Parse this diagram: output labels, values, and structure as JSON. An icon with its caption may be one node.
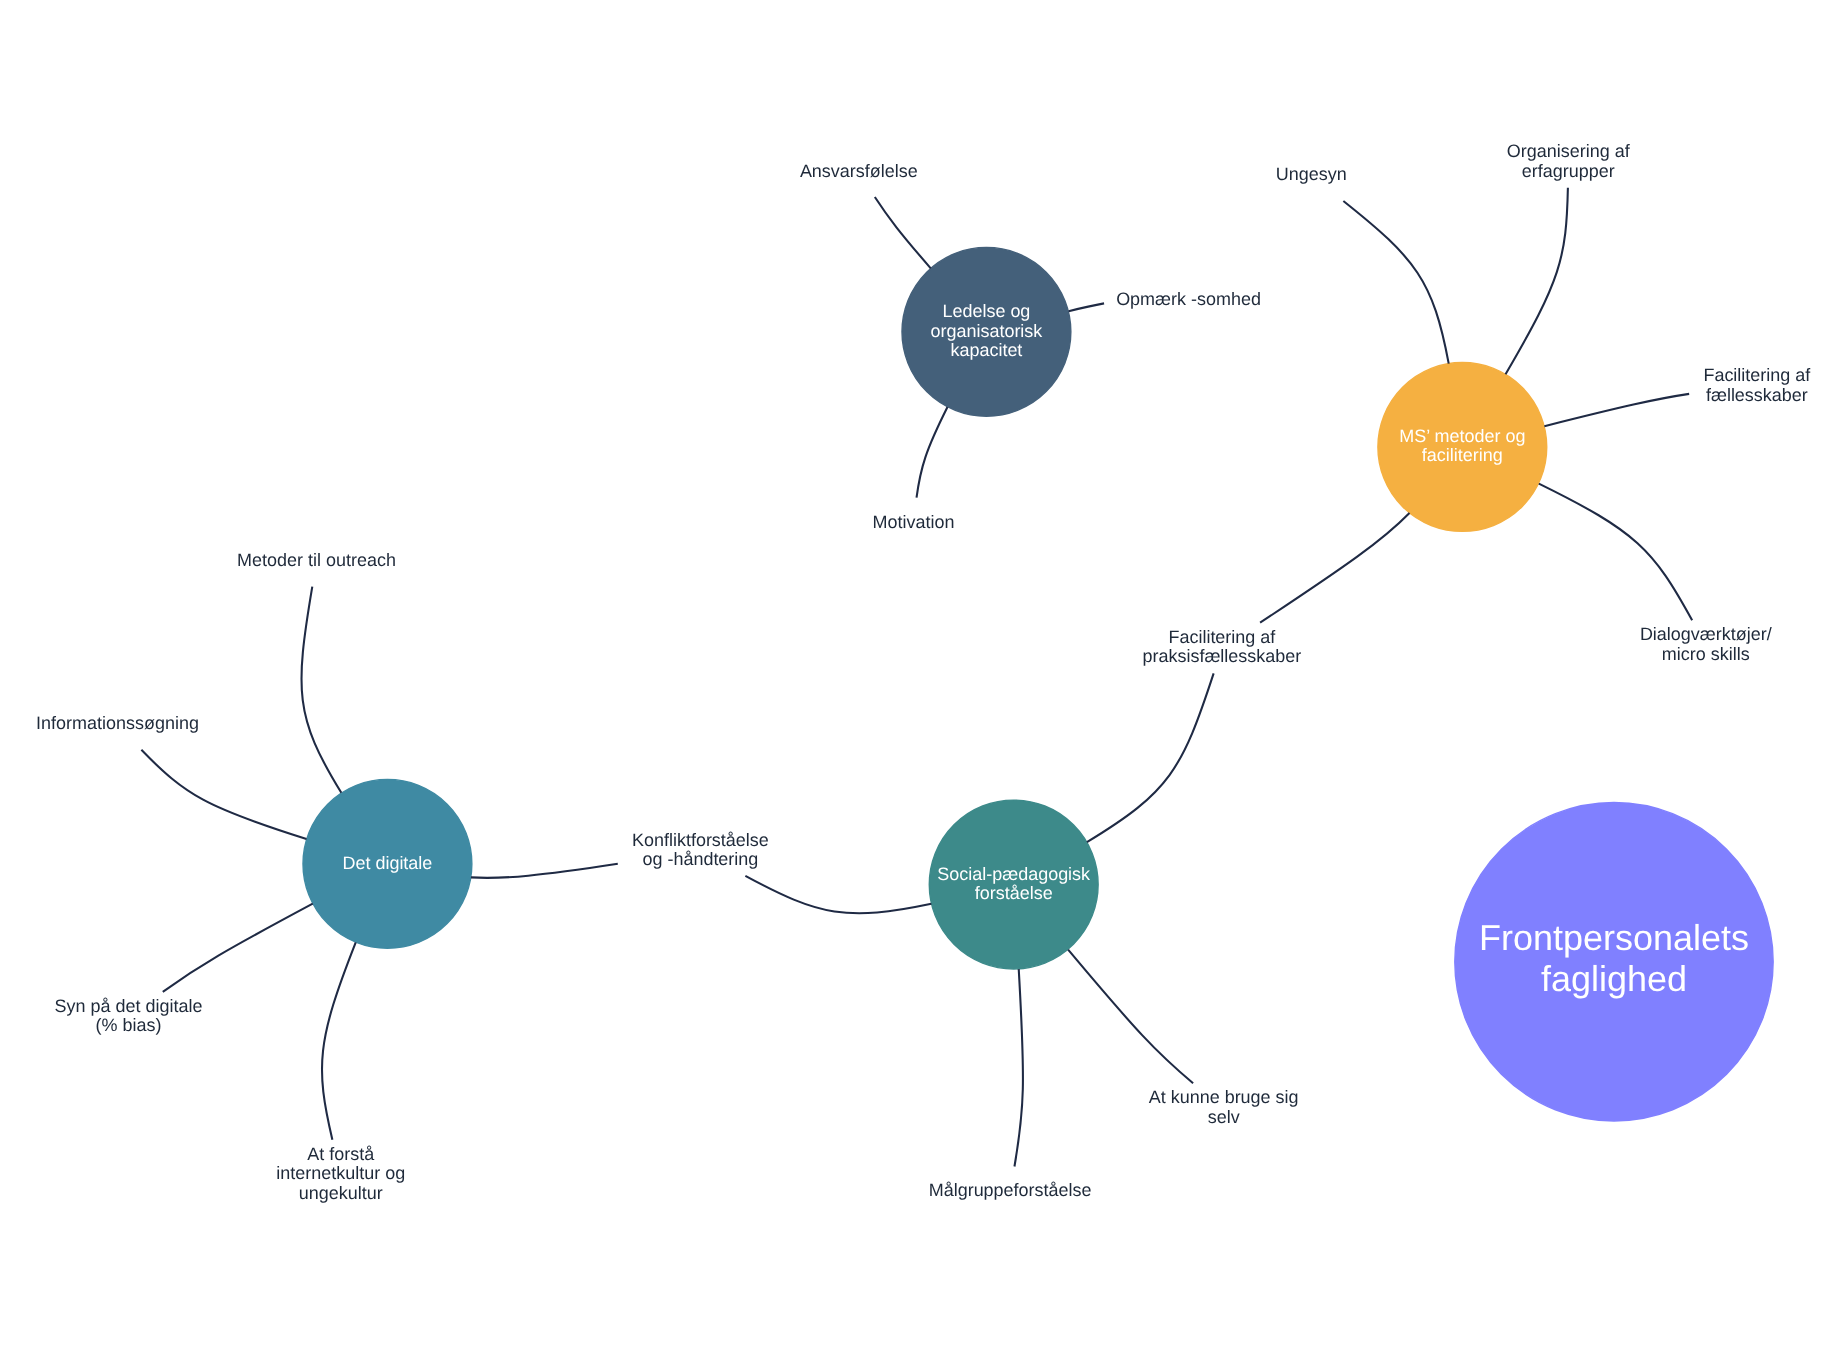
{
  "diagram": {
    "nodes": [
      {
        "text": [
          "Frontpersonalets faglighed"
        ]
      },
      {
        "text": [
          "Det digitale"
        ]
      },
      {
        "text": [
          "Ledelse og organisatorisk kapacitet"
        ]
      },
      {
        "text": [
          "Social-pædagogisk forståelse"
        ]
      },
      {
        "text": [
          "MS’ metoder og facilitering"
        ]
      },
      {
        "text": [
          "Informationssøgning"
        ]
      },
      {
        "text": [
          "Metoder til outreach"
        ]
      },
      {
        "text": [
          "Syn på det digitale (% bias)"
        ]
      },
      {
        "text": [
          "At forstå internetkultur og ungekultur"
        ]
      },
      {
        "text": [
          "Konfliktforståelse og -håndtering"
        ]
      },
      {
        "text": [
          "Målgruppeforståelse"
        ]
      },
      {
        "text": [
          "At kunne bruge sig selv"
        ]
      },
      {
        "text": [
          "Facilitering af praksisfællesskaber"
        ]
      },
      {
        "text": [
          "Opmærk -somhed"
        ]
      },
      {
        "text": [
          "Motivation"
        ]
      },
      {
        "text": [
          "Ansvarsfølelse"
        ]
      },
      {
        "text": [
          "Ungesyn"
        ]
      },
      {
        "text": [
          "Dialogværktøjer/ micro skills"
        ]
      },
      {
        "text": [
          "Facilitering af fællesskaber"
        ]
      },
      {
        "text": [
          "Organisering af erfagrupper"
        ]
      }
    ],
    "edges": [
      {
        "from": 1,
        "to": 5,
        "arrow": "none"
      },
      {
        "from": 1,
        "to": 6,
        "arrow": "none"
      },
      {
        "from": 1,
        "to": 7,
        "arrow": "none"
      },
      {
        "from": 1,
        "to": 8,
        "arrow": "none"
      },
      {
        "from": 1,
        "to": 9,
        "arrow": "none"
      },
      {
        "from": 3,
        "to": 9,
        "arrow": "none"
      },
      {
        "from": 3,
        "to": 10,
        "arrow": "none"
      },
      {
        "from": 3,
        "to": 11,
        "arrow": "none"
      },
      {
        "from": 3,
        "to": 12,
        "arrow": "none"
      },
      {
        "from": 4,
        "to": 12,
        "arrow": "none"
      },
      {
        "from": 2,
        "to": 13,
        "arrow": "none"
      },
      {
        "from": 2,
        "to": 14,
        "arrow": "none"
      },
      {
        "from": 2,
        "to": 15,
        "arrow": "none"
      },
      {
        "from": 4,
        "to": 16,
        "arrow": "none"
      },
      {
        "from": 4,
        "to": 17,
        "arrow": "none"
      },
      {
        "from": 4,
        "to": 18,
        "arrow": "none"
      },
      {
        "from": 4,
        "to": 19,
        "arrow": "none"
      }
    ]
  }
}
